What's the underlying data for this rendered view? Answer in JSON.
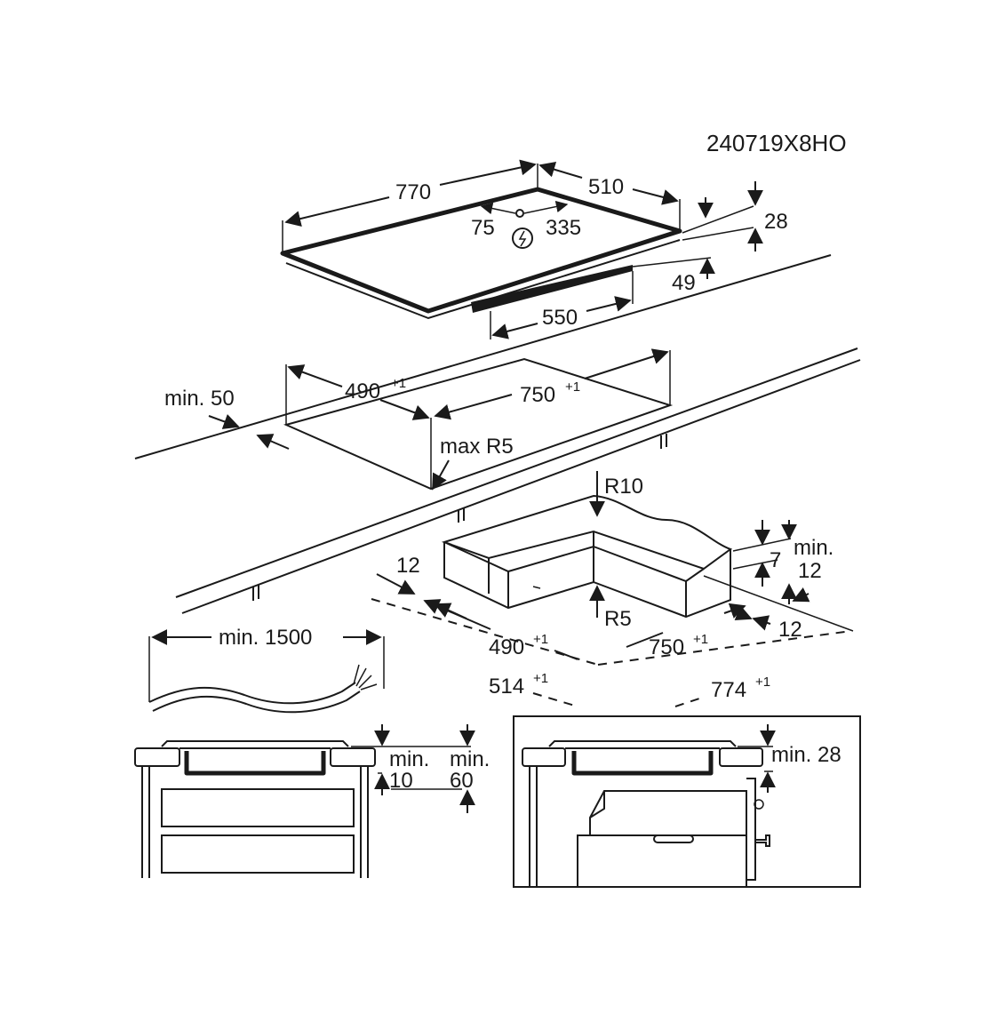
{
  "model_code": "240719X8HO",
  "hob": {
    "width": "770",
    "depth": "510",
    "thickness": "28",
    "offset_left": "75",
    "offset_right": "335",
    "underside_depth": "49",
    "underside_width": "550"
  },
  "cutout": {
    "min_edge": "min. 50",
    "depth": "490",
    "depth_tol": "+1",
    "width": "750",
    "width_tol": "+1",
    "corner_radius": "max R5"
  },
  "frame_cutout": {
    "outer_radius": "R10",
    "inner_radius": "R5",
    "rim_depth": "7",
    "min_gap_label": "min.",
    "min_gap": "12",
    "side_left": "12",
    "side_right": "12",
    "inner_depth": "490",
    "inner_depth_tol": "+1",
    "inner_width": "750",
    "inner_width_tol": "+1",
    "outer_depth": "514",
    "outer_depth_tol": "+1",
    "outer_width": "774",
    "outer_width_tol": "+1"
  },
  "cable": {
    "min_length": "min. 1500"
  },
  "drawer_install": {
    "label_a_top": "min.",
    "label_a_val": "10",
    "label_b_top": "min.",
    "label_b_val": "60"
  },
  "oven_install": {
    "min_gap": "min. 28"
  },
  "colors": {
    "line": "#1a1a1a",
    "background": "#ffffff"
  }
}
